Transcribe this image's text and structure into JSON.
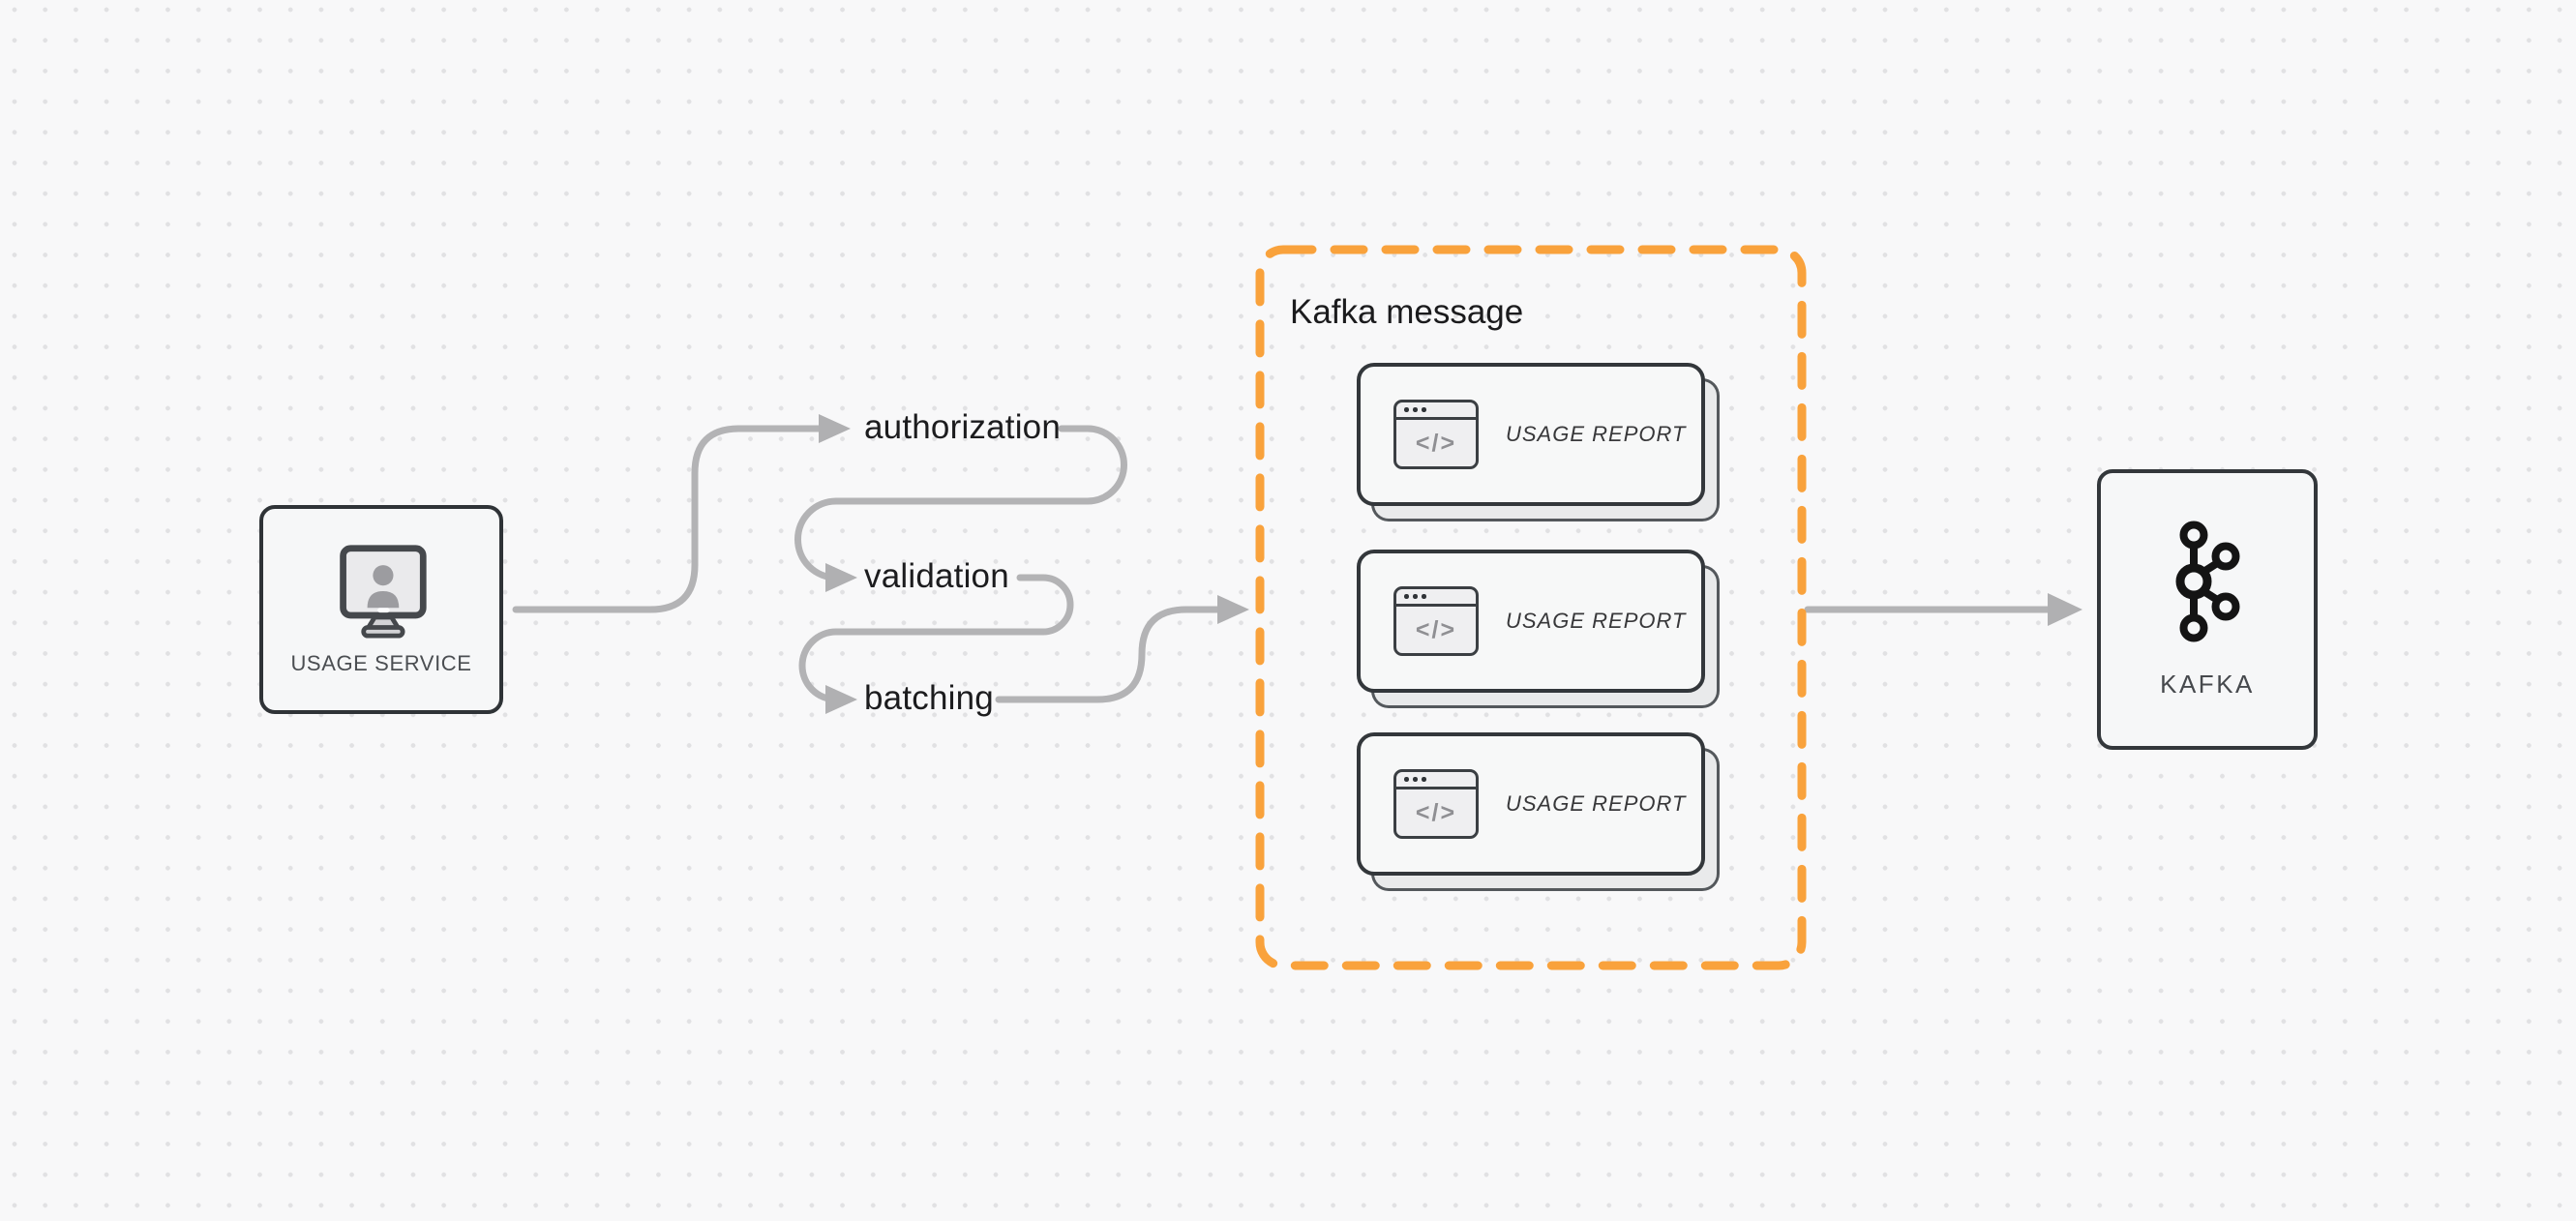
{
  "canvas": {
    "background_color": "#f8f8f9",
    "dot_grid_color": "#e1e1e3"
  },
  "flow": {
    "connector_color": "#b3b3b5",
    "source": {
      "label": "USAGE SERVICE",
      "icon": "monitor-user-icon"
    },
    "steps": [
      {
        "label": "authorization"
      },
      {
        "label": "validation"
      },
      {
        "label": "batching"
      }
    ],
    "message_group": {
      "title": "Kafka message",
      "border_color": "#F9A23C",
      "cards": [
        {
          "label": "USAGE REPORT",
          "icon": "code-window-icon",
          "glyph": "</>"
        },
        {
          "label": "USAGE REPORT",
          "icon": "code-window-icon",
          "glyph": "</>"
        },
        {
          "label": "USAGE REPORT",
          "icon": "code-window-icon",
          "glyph": "</>"
        }
      ]
    },
    "sink": {
      "label": "KAFKA",
      "icon": "kafka-logo-icon"
    }
  }
}
